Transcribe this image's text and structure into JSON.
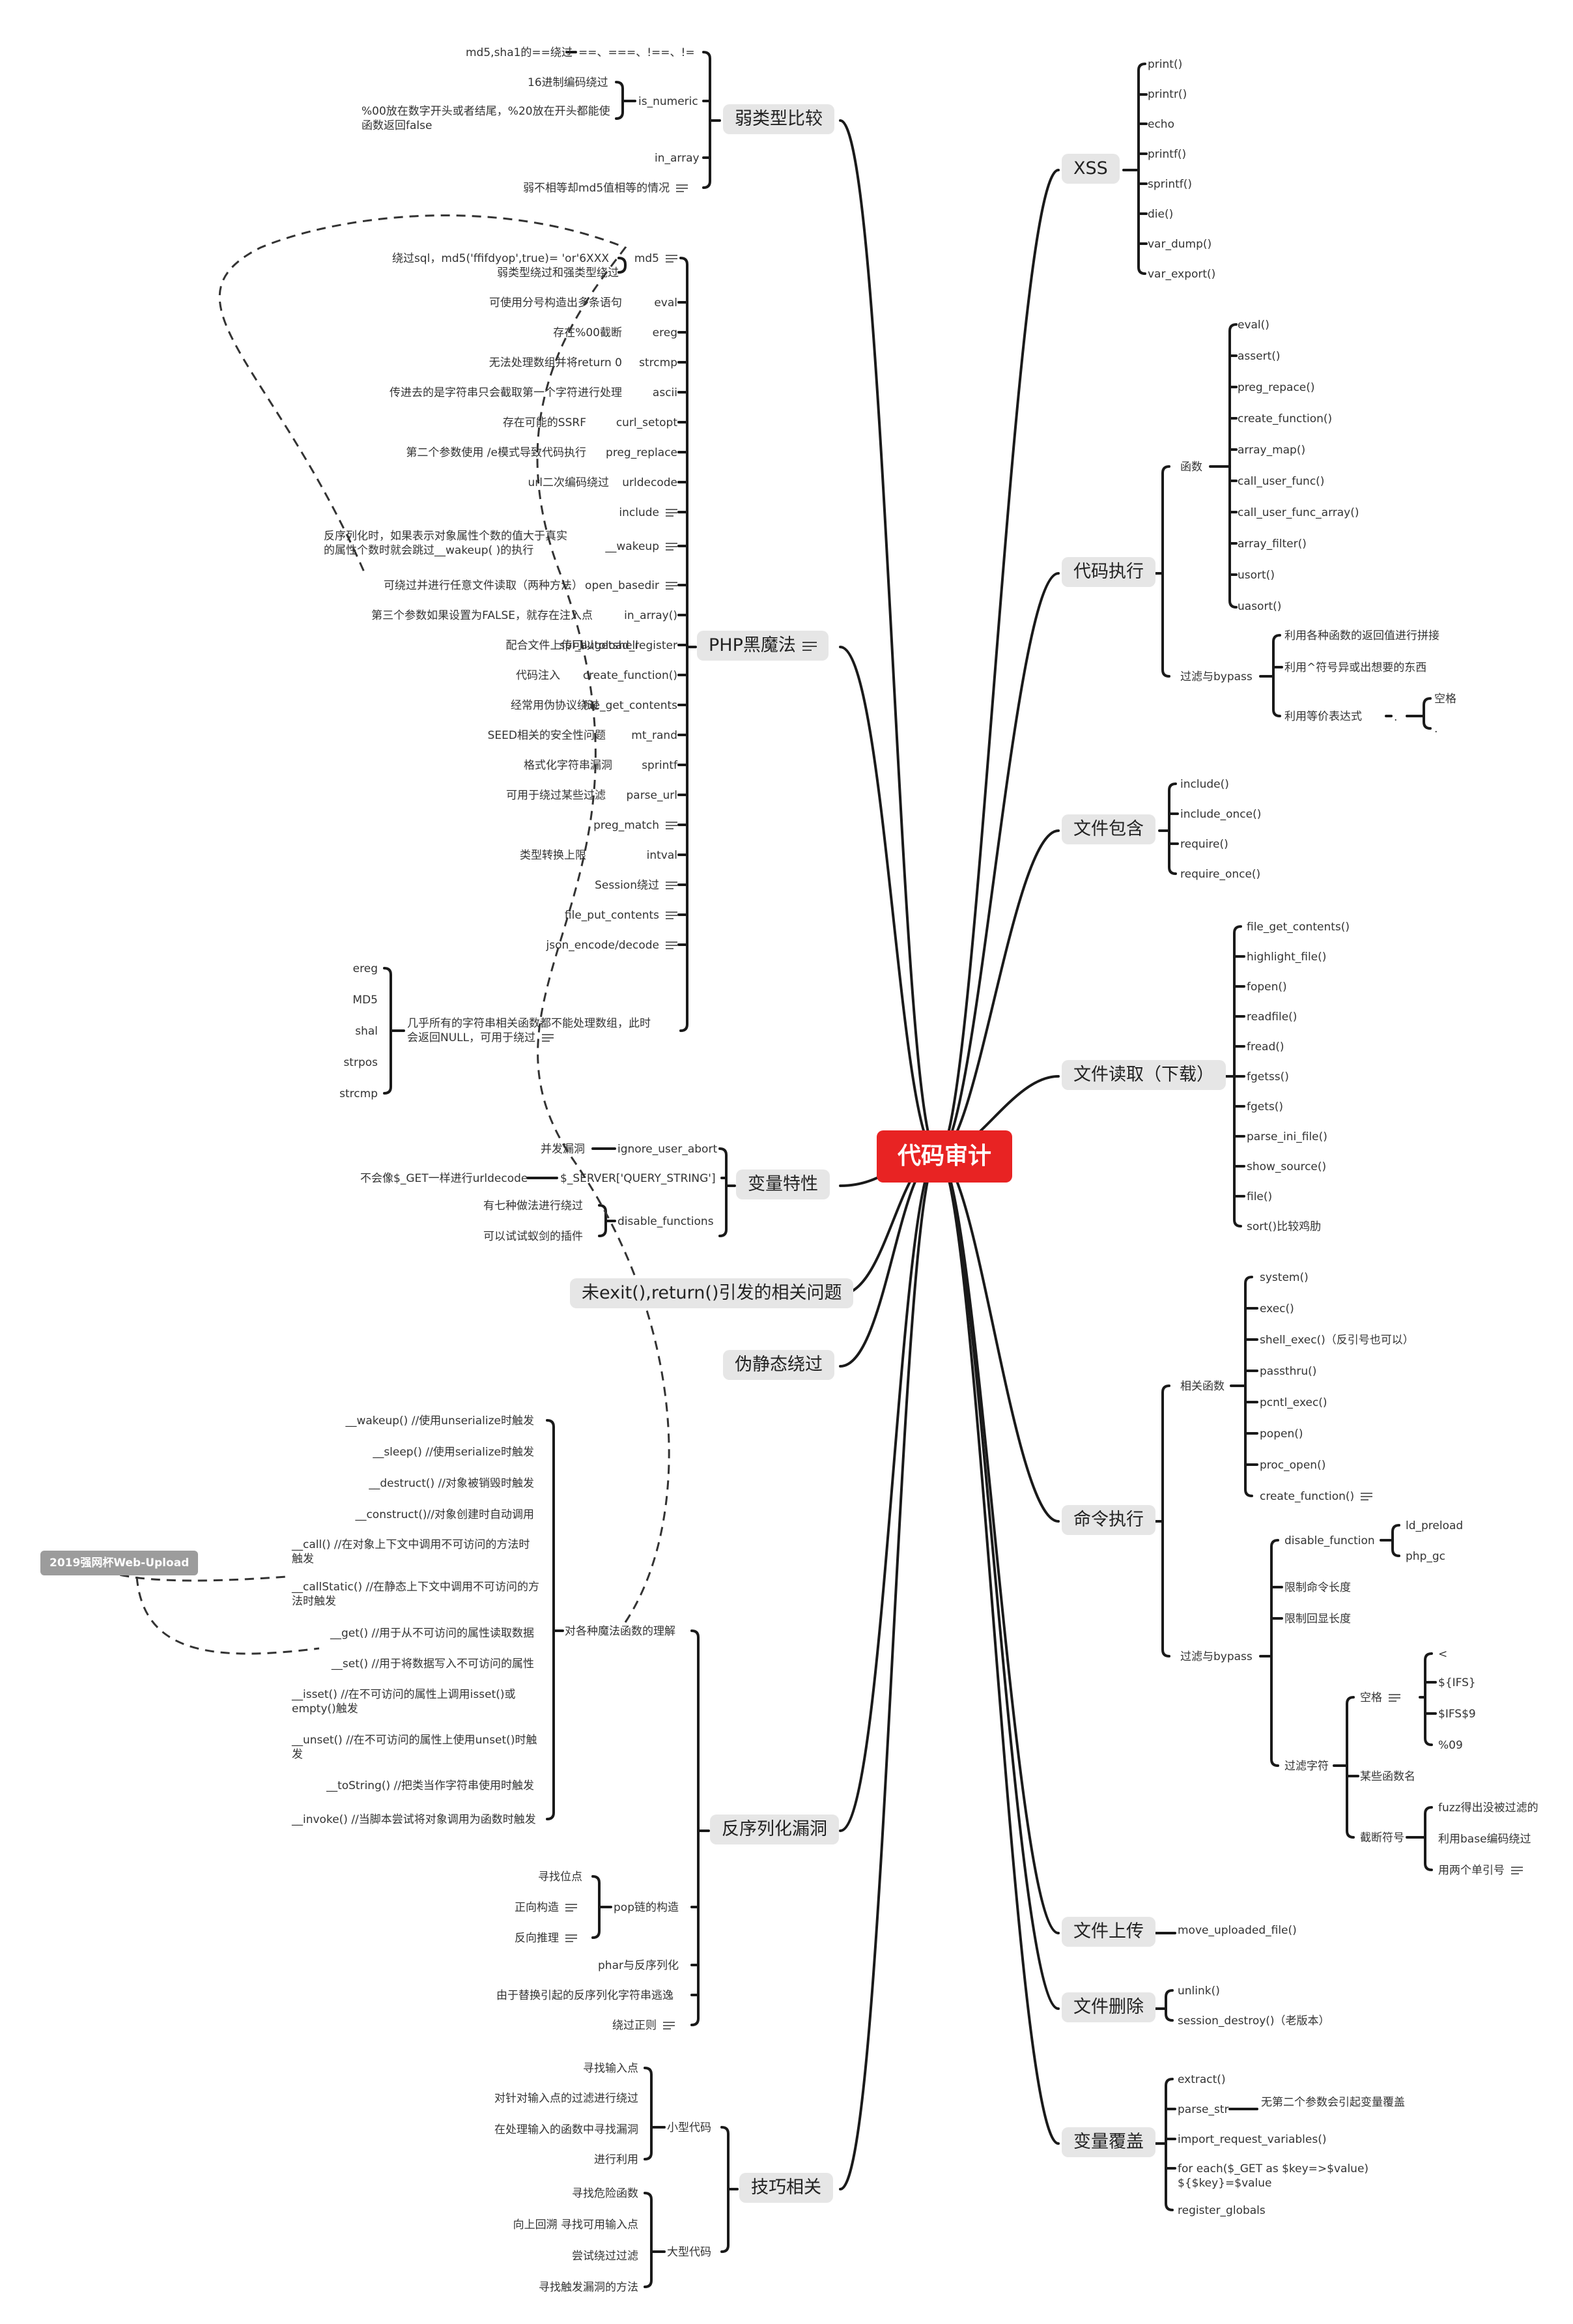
{
  "root": "代码审计",
  "tag": "2019强网杯Web-Upload",
  "branches": {
    "weak": {
      "label": "弱类型比较",
      "md5sha1": "md5,sha1的==绕过",
      "ops": "==、===、!==、!=",
      "is_numeric": "is_numeric",
      "hex": "16进制编码绕过",
      "pct": "%00放在数字开头或者结尾，%20放在开头都能使函数返回false",
      "in_array": "in_array",
      "md5neq": "弱不相等却md5值相等的情况"
    },
    "php": {
      "label": "PHP黑魔法",
      "items": [
        {
          "fn": "md5",
          "desc": "绕过sql，md5('ffifdyop',true)= 'or'6XXX"
        },
        {
          "fn": "",
          "desc": "弱类型绕过和强类型绕过"
        },
        {
          "fn": "eval",
          "desc": "可使用分号构造出多条语句"
        },
        {
          "fn": "ereg",
          "desc": "存在%00截断"
        },
        {
          "fn": "strcmp",
          "desc": "无法处理数组并将return 0"
        },
        {
          "fn": "ascii",
          "desc": "传进去的是字符串只会截取第一个字符进行处理"
        },
        {
          "fn": "curl_setopt",
          "desc": "存在可能的SSRF"
        },
        {
          "fn": "preg_replace",
          "desc": "第二个参数使用 /e模式导致代码执行"
        },
        {
          "fn": "urldecode",
          "desc": "url二次编码绕过"
        },
        {
          "fn": "include",
          "desc": ""
        },
        {
          "fn": "__wakeup",
          "desc": "反序列化时，如果表示对象属性个数的值大于真实的属性个数时就会跳过__wakeup( )的执行"
        },
        {
          "fn": "open_basedir",
          "desc": "可绕过并进行任意文件读取（两种方法）"
        },
        {
          "fn": "in_array()",
          "desc": "第三个参数如果设置为FALSE，就存在注入点"
        },
        {
          "fn": "spl_autoload_register",
          "desc": "配合文件上传可以getshell"
        },
        {
          "fn": "create_function()",
          "desc": "代码注入"
        },
        {
          "fn": "file_get_contents",
          "desc": "经常用伪协议绕过"
        },
        {
          "fn": "mt_rand",
          "desc": "SEED相关的安全性问题"
        },
        {
          "fn": "sprintf",
          "desc": "格式化字符串漏洞"
        },
        {
          "fn": "parse_url",
          "desc": "可用于绕过某些过滤"
        },
        {
          "fn": "preg_match",
          "desc": ""
        },
        {
          "fn": "intval",
          "desc": "类型转换上限"
        },
        {
          "fn": "Session绕过",
          "desc": ""
        },
        {
          "fn": "file_put_contents",
          "desc": ""
        },
        {
          "fn": "json_encode/decode",
          "desc": ""
        }
      ],
      "nullret": "几乎所有的字符串相关函数都不能处理数组，此时会返回NULL，可用于绕过",
      "nullfns": [
        "ereg",
        "MD5",
        "shal",
        "strpos",
        "strcmp"
      ]
    },
    "var": {
      "label": "变量特性",
      "ignore": "ignore_user_abort",
      "ignore_desc": "并发漏洞",
      "qs": "$_SERVER['QUERY_STRING']",
      "qs_desc": "不会像$_GET一样进行urldecode",
      "df": "disable_functions",
      "df1": "有七种做法进行绕过",
      "df2": "可以试试蚁剑的插件"
    },
    "exit": "未exit(),return()引发的相关问题",
    "pseudo": "伪静态绕过",
    "unser": {
      "label": "反序列化漏洞",
      "magic": "对各种魔法函数的理解",
      "magics": [
        "__wakeup() //使用unserialize时触发",
        "__sleep() //使用serialize时触发",
        "__destruct() //对象被销毁时触发",
        "__construct()//对象创建时自动调用",
        "__call() //在对象上下文中调用不可访问的方法时触发",
        "__callStatic() //在静态上下文中调用不可访问的方法时触发",
        "__get() //用于从不可访问的属性读取数据",
        "__set() //用于将数据写入不可访问的属性",
        "__isset() //在不可访问的属性上调用isset()或empty()触发",
        "__unset() //在不可访问的属性上使用unset()时触发",
        "__toString() //把类当作字符串使用时触发",
        "__invoke() //当脚本尝试将对象调用为函数时触发"
      ],
      "pop": "pop链的构造",
      "pop1": "寻找位点",
      "pop2": "正向构造",
      "pop3": "反向推理",
      "phar": "phar与反序列化",
      "escape": "由于替换引起的反序列化字符串逃逸",
      "regex": "绕过正则"
    },
    "skill": {
      "label": "技巧相关",
      "small": "小型代码",
      "smalls": [
        "寻找输入点",
        "对针对输入点的过滤进行绕过",
        "在处理输入的函数中寻找漏洞",
        "进行利用"
      ],
      "big": "大型代码",
      "bigs": [
        "寻找危险函数",
        "向上回溯 寻找可用输入点",
        "尝试绕过过滤",
        "寻找触发漏洞的方法"
      ]
    },
    "xss": {
      "label": "XSS",
      "items": [
        "print()",
        "printr()",
        "echo",
        "printf()",
        "sprintf()",
        "die()",
        "var_dump()",
        "var_export()"
      ]
    },
    "code": {
      "label": "代码执行",
      "func": "函数",
      "funcs": [
        "eval()",
        "assert()",
        "preg_repace()",
        "create_function()",
        "array_map()",
        "call_user_func()",
        "call_user_func_array()",
        "array_filter()",
        "usort()",
        "uasort()"
      ],
      "bypass": "过滤与bypass",
      "b1": "利用各种函数的返回值进行拼接",
      "b2": "利用^符号异或出想要的东西",
      "b3": "利用等价表达式",
      "dot": ".",
      "space": "空格",
      "period": "."
    },
    "incl": {
      "label": "文件包含",
      "items": [
        "include()",
        "include_once()",
        "require()",
        "require_once()"
      ]
    },
    "read": {
      "label": "文件读取（下载）",
      "items": [
        "file_get_contents()",
        "highlight_file()",
        "fopen()",
        "readfile()",
        "fread()",
        "fgetss()",
        "fgets()",
        "parse_ini_file()",
        "show_source()",
        "file()",
        "sort()比较鸡肋"
      ]
    },
    "cmd": {
      "label": "命令执行",
      "rel": "相关函数",
      "rels": [
        "system()",
        "exec()",
        "shell_exec()（反引号也可以）",
        "passthru()",
        "pcntl_exec()",
        "popen()",
        "proc_open()",
        "create_function()"
      ],
      "bypass": "过滤与bypass",
      "df": "disable_function",
      "ld": "ld_preload",
      "gc": "php_gc",
      "len1": "限制命令长度",
      "len2": "限制回显长度",
      "filt": "过滤字符",
      "space": "空格",
      "spaces": [
        "<",
        "${IFS}",
        "$IFS$9",
        "%09"
      ],
      "fname": "某些函数名",
      "cut": "截断符号",
      "cuts": [
        "fuzz得出没被过滤的",
        "利用base编码绕过",
        "用两个单引号"
      ]
    },
    "upload": {
      "label": "文件上传",
      "item": "move_uploaded_file()"
    },
    "del": {
      "label": "文件删除",
      "items": [
        "unlink()",
        "session_destroy()（老版本）"
      ]
    },
    "cover": {
      "label": "变量覆盖",
      "items": [
        "extract()",
        "parse_str",
        "import_request_variables()",
        "for each($_GET as $key=>$value) ${$key}=$value",
        "register_globals"
      ],
      "parse_desc": "无第二个参数会引起变量覆盖"
    }
  }
}
